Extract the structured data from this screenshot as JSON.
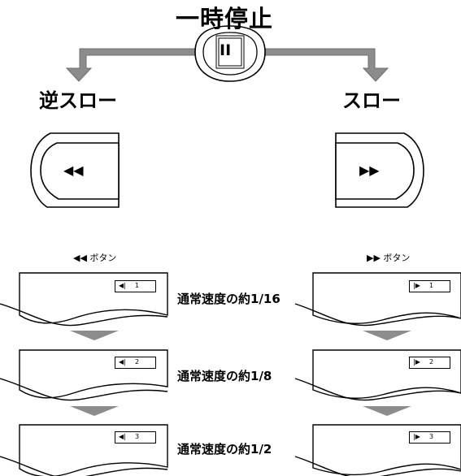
{
  "title": "一時停止",
  "reverse_slow_label": "逆スロー",
  "forward_slow_label": "スロー",
  "rew_button_label": "◀◀ ボタン",
  "ff_button_label": "▶▶ ボタン",
  "pause_symbol": "II",
  "rew_symbol": "◀◀",
  "ff_symbol": "▶▶",
  "speeds": [
    {
      "label": "通常速度の約1/16",
      "left_indicator": "1",
      "right_indicator": "1"
    },
    {
      "label": "通常速度の約1/8",
      "left_indicator": "2",
      "right_indicator": "2"
    },
    {
      "label": "通常速度の約1/2",
      "left_indicator": "3",
      "right_indicator": "3"
    }
  ],
  "indicator_glyphs": {
    "reverse": "◀|",
    "forward": "|▶"
  },
  "colors": {
    "arrow_fill": "#8c8c8c",
    "stroke": "#000000"
  }
}
